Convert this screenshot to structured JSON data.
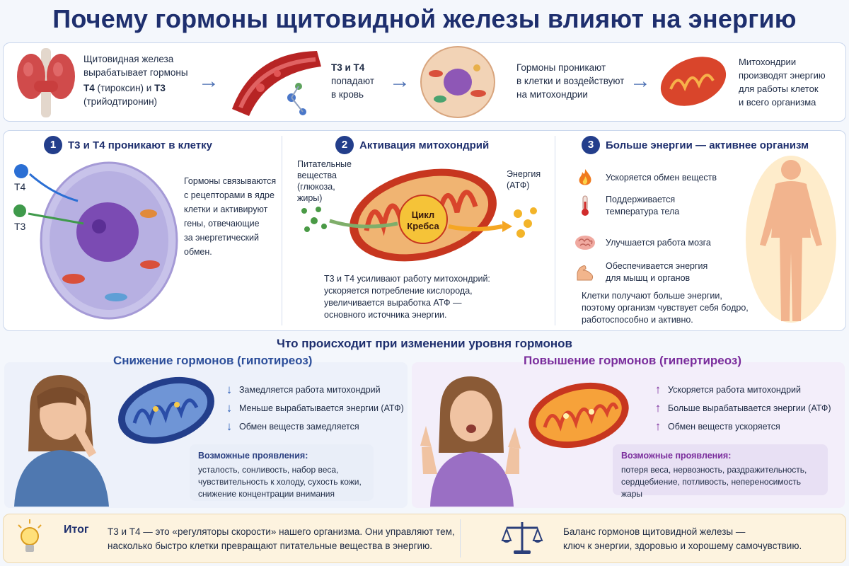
{
  "title": "Почему гормоны щитовидной железы влияют на энергию",
  "flow": {
    "step1": {
      "line1": "Щитовидная железа",
      "line2": "вырабатывает гормоны",
      "t4_bold": "Т4",
      "t4_rest": " (тироксин) и ",
      "t3_bold": "Т3",
      "line4": "(трийодтиронин)"
    },
    "step2": {
      "bold": "Т3 и Т4",
      "line2": "попадают",
      "line3": "в кровь"
    },
    "step3": {
      "line1": "Гормоны проникают",
      "line2": "в клетки и воздействуют",
      "line3": "на митохондрии"
    },
    "step4": {
      "line1": "Митохондрии",
      "line2": "производят энергию",
      "line3": "для работы клеток",
      "line4": "и всего организма"
    }
  },
  "section1": {
    "num": "1",
    "title": "Т3 и Т4 проникают в клетку",
    "label_t4": "Т4",
    "label_t3": "Т3",
    "text": [
      "Гормоны связываются",
      "с рецепторами в ядре",
      "клетки и активируют",
      "гены, отвечающие",
      "за энергетический",
      "обмен."
    ]
  },
  "section2": {
    "num": "2",
    "title": "Активация митохондрий",
    "nutrients": [
      "Питательные",
      "вещества",
      "(глюкоза,",
      "жиры)"
    ],
    "energy": [
      "Энергия",
      "(АТФ)"
    ],
    "krebs": [
      "Цикл",
      "Кребса"
    ],
    "text": [
      "Т3 и Т4 усиливают работу митохондрий:",
      "ускоряется потребление кислорода,",
      "увеличивается выработка АТФ —",
      "основного источника энергии."
    ]
  },
  "section3": {
    "num": "3",
    "title": "Больше энергии — активнее организм",
    "benefits": [
      {
        "icon": "flame-icon",
        "text": [
          "Ускоряется обмен веществ"
        ]
      },
      {
        "icon": "thermometer-icon",
        "text": [
          "Поддерживается",
          "температура тела"
        ]
      },
      {
        "icon": "brain-icon",
        "text": [
          "Улучшается работа мозга"
        ]
      },
      {
        "icon": "muscle-icon",
        "text": [
          "Обеспечивается энергия",
          "для мышц и органов"
        ]
      }
    ],
    "text": [
      "Клетки получают больше энергии,",
      "поэтому организм чувствует себя бодро,",
      "работоспособно и активно."
    ]
  },
  "changes": {
    "heading": "Что происходит при изменении уровня гормонов",
    "hypo": {
      "title": "Снижение гормонов (гипотиреоз)",
      "rows": [
        "Замедляется работа митохондрий",
        "Меньше вырабатывается энергии (АТФ)",
        "Обмен веществ замедляется"
      ],
      "symptoms_head": "Возможные проявления:",
      "symptoms": [
        "усталость, сонливость, набор веса,",
        "чувствительность к холоду, сухость кожи,",
        "снижение концентрации внимания"
      ]
    },
    "hyper": {
      "title": "Повышение гормонов (гипертиреоз)",
      "rows": [
        "Ускоряется работа митохондрий",
        "Больше вырабатывается энергии (АТФ)",
        "Обмен веществ ускоряется"
      ],
      "symptoms_head": "Возможные проявления:",
      "symptoms": [
        "потеря веса, нервозность, раздражительность,",
        "сердцебиение, потливость, непереносимость жары"
      ]
    }
  },
  "summary": {
    "label": "Итог",
    "text": [
      "Т3 и Т4 — это «регуляторы скорости» нашего организма. Они управляют тем,",
      "насколько быстро клетки превращают питательные вещества в энергию."
    ],
    "balance": [
      "Баланс гормонов щитовидной железы —",
      "ключ к энергии, здоровью и хорошему самочувствию."
    ]
  },
  "colors": {
    "navy": "#1e2f6e",
    "hypo_blue": "#2d5fb8",
    "hyper_purple": "#7a2c9c",
    "mito_red": "#d9452b"
  }
}
